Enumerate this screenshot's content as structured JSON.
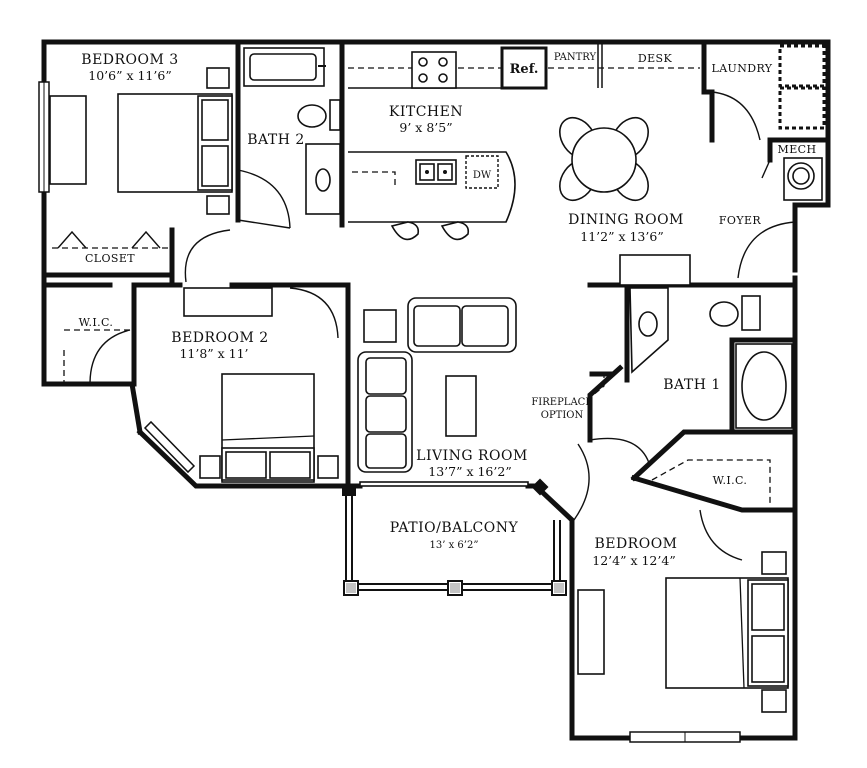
{
  "rooms": {
    "bedroom3": {
      "name": "BEDROOM 3",
      "dims": "10’6” x 11’6”"
    },
    "bath2": {
      "name": "BATH 2"
    },
    "kitchen": {
      "name": "KITCHEN",
      "dims": "9’ x 8’5”"
    },
    "closet": {
      "name": "CLOSET"
    },
    "dining": {
      "name": "DINING ROOM",
      "dims": "11’2” x 13’6”"
    },
    "foyer": {
      "name": "FOYER"
    },
    "laundry": {
      "name": "LAUNDRY"
    },
    "mech": {
      "name": "MECH"
    },
    "wic2": {
      "name": "W.I.C."
    },
    "bedroom2": {
      "name": "BEDROOM 2",
      "dims": "11’8” x 11’"
    },
    "living": {
      "name": "LIVING ROOM",
      "dims": "13’7” x 16’2”"
    },
    "bath1": {
      "name": "BATH 1"
    },
    "wic1": {
      "name": "W.I.C."
    },
    "patio": {
      "name": "PATIO/BALCONY",
      "dims": "13’ x 6’2”"
    },
    "bedroom1": {
      "name": "BEDROOM",
      "dims": "12’4” x 12’4”"
    }
  },
  "fixtures": {
    "ref": "Ref.",
    "pantry": "PANTRY",
    "desk": "DESK",
    "dw": "DW",
    "fireplace_line1": "FIREPLACE",
    "fireplace_line2": "OPTION"
  }
}
